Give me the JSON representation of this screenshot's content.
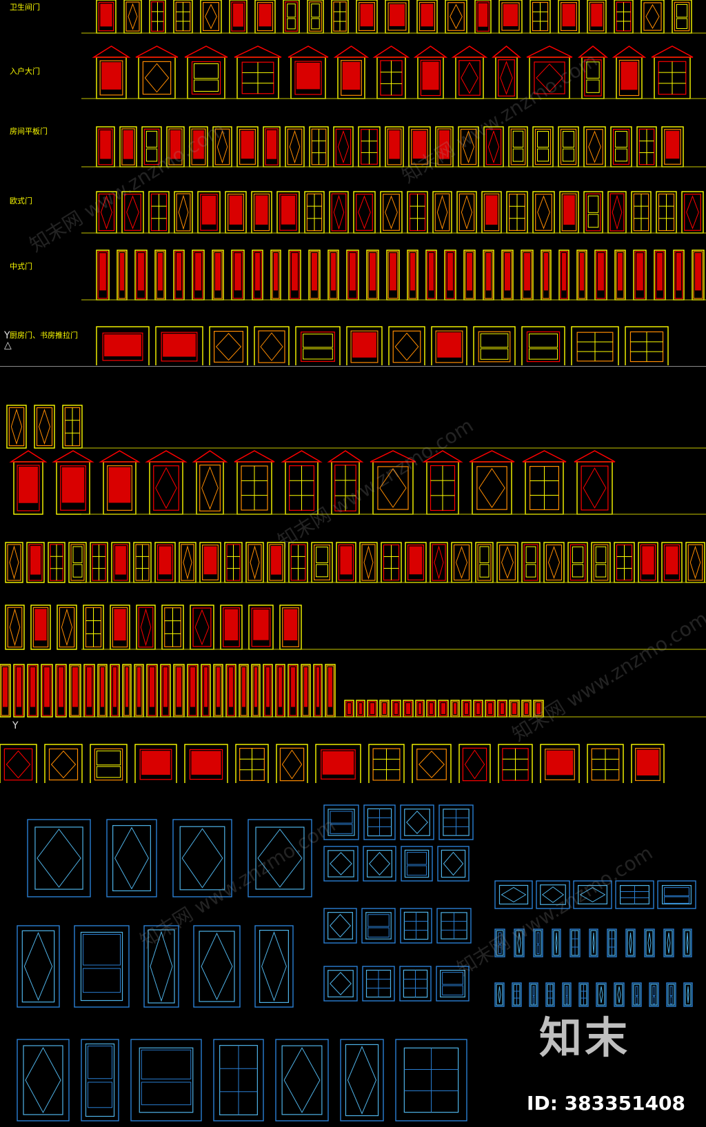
{
  "top_panel": {
    "rows": [
      {
        "label": "卫生间门"
      },
      {
        "label": "入户大门"
      },
      {
        "label": "房间平板门"
      },
      {
        "label": "欧式门"
      },
      {
        "label": "中式门"
      },
      {
        "label": "厨房门、书房推拉门"
      }
    ],
    "ucs_label": "Y"
  },
  "mid_panel": {
    "ucs_label": "Y"
  },
  "watermark": {
    "logo": "知末",
    "id": "ID: 383351408",
    "site": "知末网 www.znzmo.com"
  },
  "colors": {
    "background": "#000000",
    "frame_yellow": "#ffff00",
    "panel_red": "#ff0000",
    "accent_orange": "#ff8c00",
    "cad_blue": "#2a7fd4",
    "cad_cyan": "#4fb3e8",
    "baseline": "#c8c800"
  }
}
